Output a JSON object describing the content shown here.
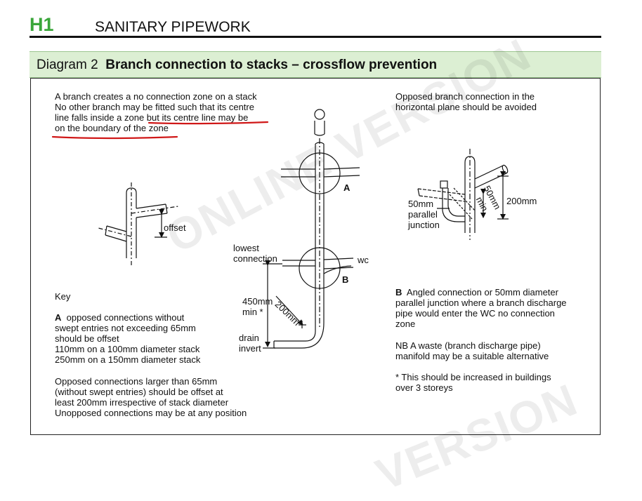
{
  "header": {
    "code": "H1",
    "title": "SANITARY PIPEWORK"
  },
  "diagram": {
    "number": "Diagram 2",
    "title": "Branch connection to stacks – crossflow prevention"
  },
  "left_text": [
    "A branch creates a no connection zone on a stack",
    "No other branch may be fitted such that its centre",
    "line falls inside a zone but its centre line may be",
    "on the boundary of the zone"
  ],
  "left_figure": {
    "offset_label": "offset"
  },
  "key": {
    "title": "Key",
    "a_letter": "A",
    "a_lines": [
      "opposed connections without",
      "swept entries not exceeding 65mm",
      "should be offset",
      "110mm on a 100mm diameter stack",
      "250mm on a 150mm diameter stack"
    ],
    "p2_lines": [
      "Opposed connections larger than 65mm",
      "(without swept entries) should be offset at",
      "least 200mm irrespective of stack diameter",
      "Unopposed connections may be at any position"
    ]
  },
  "center_figure": {
    "label_a": "A",
    "label_b": "B",
    "lowest_connection": [
      "lowest",
      "connection"
    ],
    "wc": "wc",
    "dim_450": [
      "450mm",
      "min *"
    ],
    "dim_200": "200mm",
    "drain_invert": [
      "drain",
      "invert"
    ]
  },
  "right_text": [
    "Opposed branch connection in the",
    "horizontal plane should be avoided"
  ],
  "right_figure": {
    "parallel_junction": [
      "50mm",
      "parallel",
      "junction"
    ],
    "dim_50min": [
      "50mm",
      "min"
    ],
    "dim_200": "200mm"
  },
  "note_b": {
    "letter": "B",
    "lines": [
      "Angled connection or 50mm diameter",
      "parallel junction where a branch discharge",
      "pipe would enter the WC no connection",
      "zone"
    ]
  },
  "nb_lines": [
    "NB A waste (branch discharge pipe)",
    "manifold may be a suitable alternative"
  ],
  "star_lines": [
    "*  This should be increased in buildings",
    "over 3 storeys"
  ],
  "watermark": {
    "main": "ONLINE VERSION",
    "bottom": "VERSION"
  },
  "colors": {
    "brand_green": "#3aa63a",
    "diagram_bar": "#dcefd3",
    "annotation_red": "#d01818"
  }
}
